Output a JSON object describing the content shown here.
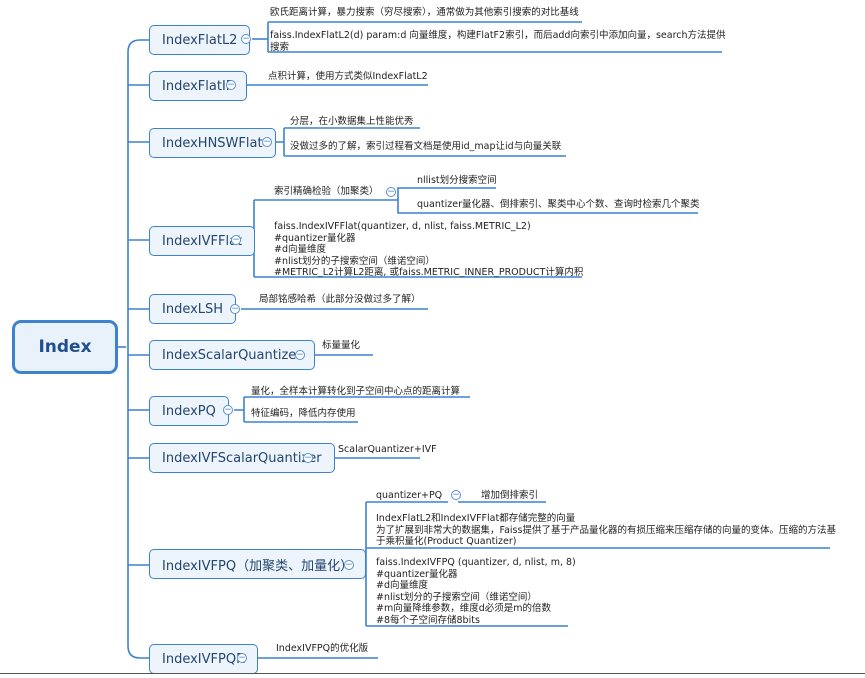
{
  "root": {
    "label": "Index"
  },
  "nodes": [
    {
      "label": "IndexFlatL2"
    },
    {
      "label": "IndexFlatIP"
    },
    {
      "label": "IndexHNSWFlat"
    },
    {
      "label": "IndexIVFFlat"
    },
    {
      "label": "IndexLSH"
    },
    {
      "label": "IndexScalarQuantizer"
    },
    {
      "label": "IndexPQ"
    },
    {
      "label": "IndexIVFScalarQuantizer"
    },
    {
      "label": "IndexIVFPQ（加聚类、加量化）"
    },
    {
      "label": "IndexIVFPQR"
    }
  ],
  "notes": {
    "flatl2_1": "欧氏距离计算，暴力搜索（穷尽搜索），通常做为其他索引搜索的对比基线",
    "flatl2_2": "faiss.IndexFlatL2(d)     param:d  向量维度，构建FlatF2索引，而后add向索引中添加向量，search方法提供\n搜索",
    "flatip_1": "点积计算，使用方式类似IndexFlatL2",
    "hnsw_1": "分层，在小数据集上性能优秀",
    "hnsw_2": "没做过多的了解，索引过程看文档是使用id_map让id与向量关联",
    "ivfflat_1": "索引精确检验（加聚类）",
    "ivfflat_1a": "nllist划分搜索空间",
    "ivfflat_1b": "quantizer量化器、倒排索引、聚类中心个数、查询时检索几个聚类",
    "ivfflat_2": "faiss.IndexIVFFlat(quantizer, d, nlist, faiss.METRIC_L2)\n#quantizer量化器\n#d向量维度\n#nlist划分的子搜索空间（维诺空间）\n#METRIC_L2计算L2距离, 或faiss.METRIC_INNER_PRODUCT计算内积",
    "lsh_1": "局部铭感哈希（此部分没做过多了解）",
    "sq_1": "标量量化",
    "pq_1": "量化，全样本计算转化到子空间中心点的距离计算",
    "pq_2": "特征编码，降低内存使用",
    "ivfsq_1": "ScalarQuantizer+IVF",
    "ivfpq_1": "quantizer+PQ",
    "ivfpq_1a": "增加倒排索引",
    "ivfpq_2": "IndexFlatL2和IndexIVFFlat都存储完整的向量\n为了扩展到非常大的数据集，Faiss提供了基于产品量化器的有损压缩来压缩存储的向量的变体。压缩的方法基\n于乘积量化(Product Quantizer)",
    "ivfpq_3": "faiss.IndexIVFPQ (quantizer, d, nlist, m, 8)\n#quantizer量化器\n#d向量维度\n#nlist划分的子搜索空间（维诺空间）\n#m向量降维参数，维度d必须是m的倍数\n#8每个子空间存储8bits",
    "ivfpqr_1": "IndexIVFPQ的优化版"
  },
  "collapse_symbol": "−",
  "colors": {
    "accent": "#3d82cf",
    "node_fill": "#eef4fc",
    "root_fill": "#e9f1fb"
  }
}
